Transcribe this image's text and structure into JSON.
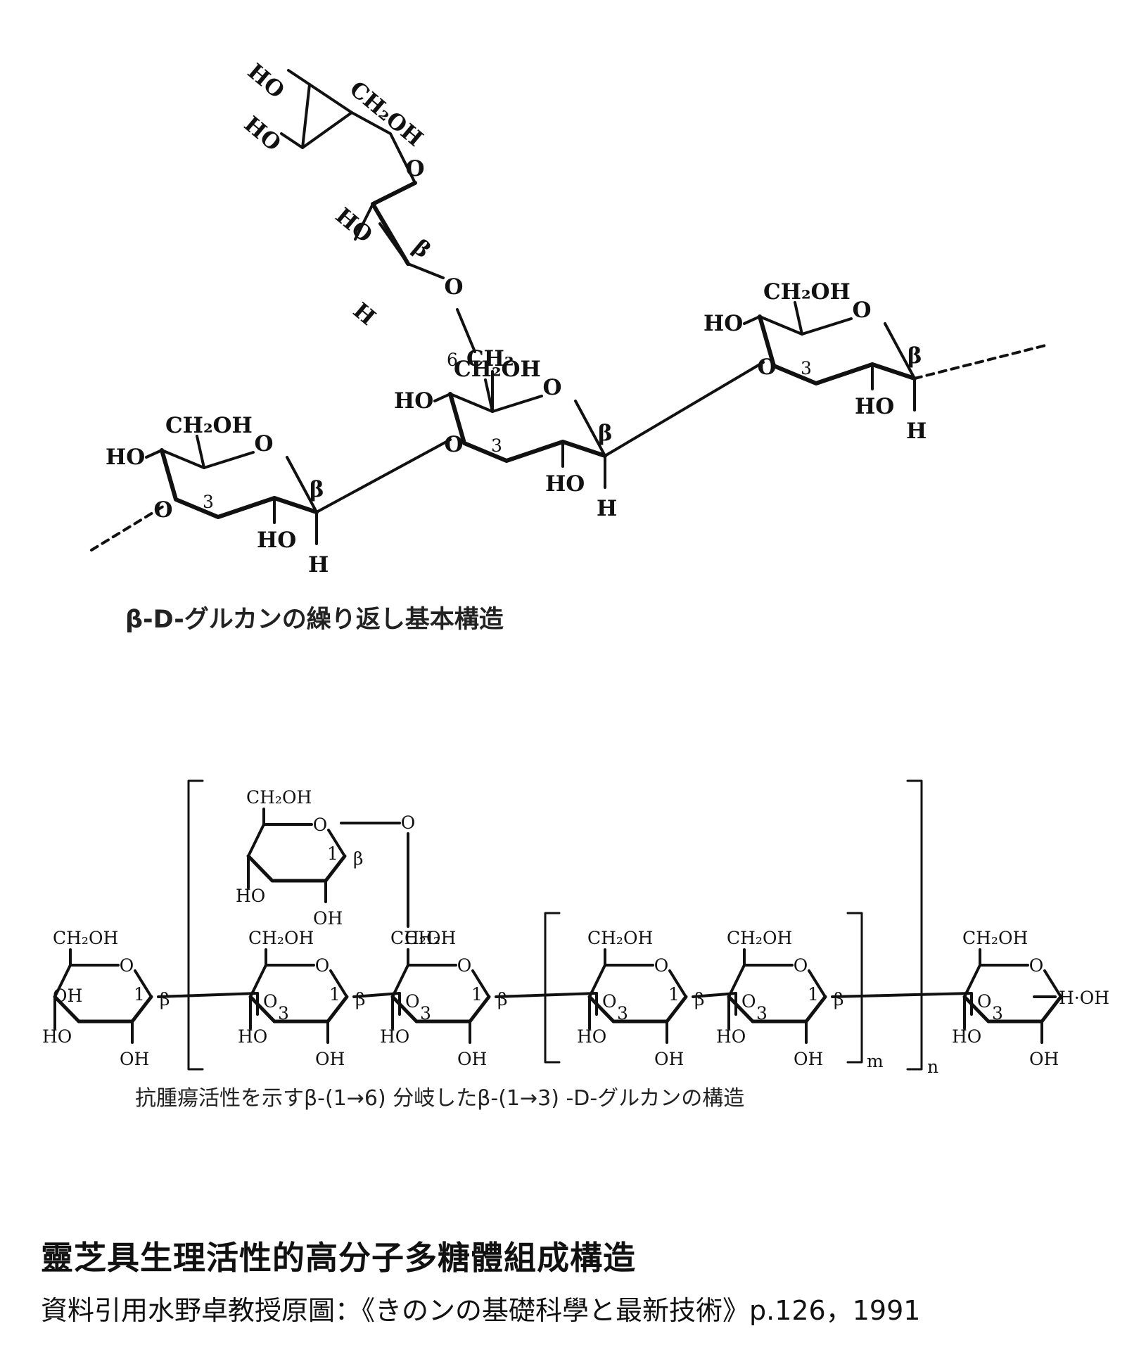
{
  "top_structure": {
    "caption": "β-D-グルカンの繰り返し基本構造",
    "labels": {
      "ho": "HO",
      "ch2oh": "CH₂OH",
      "ch2": "CH₂",
      "o": "O",
      "h": "H",
      "beta": "β",
      "pos3": "3",
      "pos6": "6"
    }
  },
  "bottom_structure": {
    "caption": "抗腫瘍活性を示すβ-(1→6) 分岐したβ-(1→3) -D-グルカンの構造",
    "labels": {
      "oh": "OH",
      "ho": "HO",
      "ch2oh": "CH₂OH",
      "ch2": "CH₂",
      "o": "O",
      "beta": "β",
      "pos1": "1",
      "pos3": "3",
      "hoh": "H·OH",
      "m": "m",
      "n": "n"
    }
  },
  "figure": {
    "title": "靈芝具生理活性的高分子多糖體組成構造",
    "source": "資料引用水野卓教授原圖：《きのンの基礎科學と最新技術》p.126，1991"
  }
}
